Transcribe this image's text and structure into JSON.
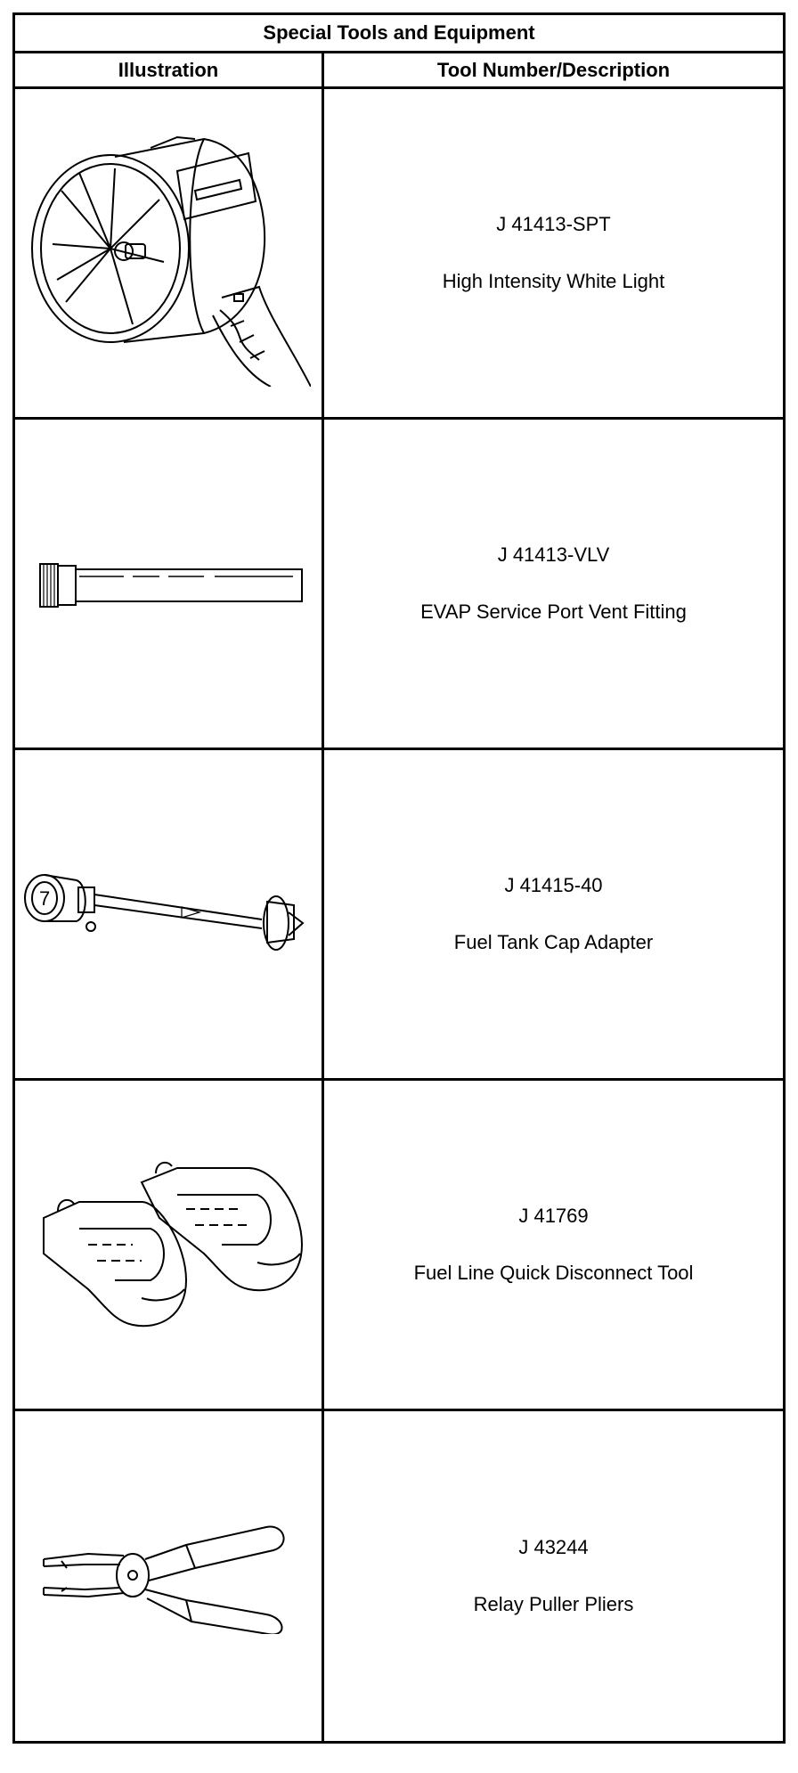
{
  "table": {
    "title": "Special Tools and Equipment",
    "headers": {
      "illustration": "Illustration",
      "description": "Tool Number/Description"
    },
    "tools": [
      {
        "number": "J 41413-SPT",
        "description": "High Intensity White Light",
        "icon": "flashlight-icon"
      },
      {
        "number": "J 41413-VLV",
        "description": "EVAP Service Port Vent Fitting",
        "icon": "vent-fitting-icon"
      },
      {
        "number": "J 41415-40",
        "description": "Fuel Tank Cap Adapter",
        "icon": "cap-adapter-icon"
      },
      {
        "number": "J 41769",
        "description": "Fuel Line Quick Disconnect Tool",
        "icon": "disconnect-tool-icon"
      },
      {
        "number": "J 43244",
        "description": "Relay Puller Pliers",
        "icon": "pliers-icon"
      }
    ]
  }
}
